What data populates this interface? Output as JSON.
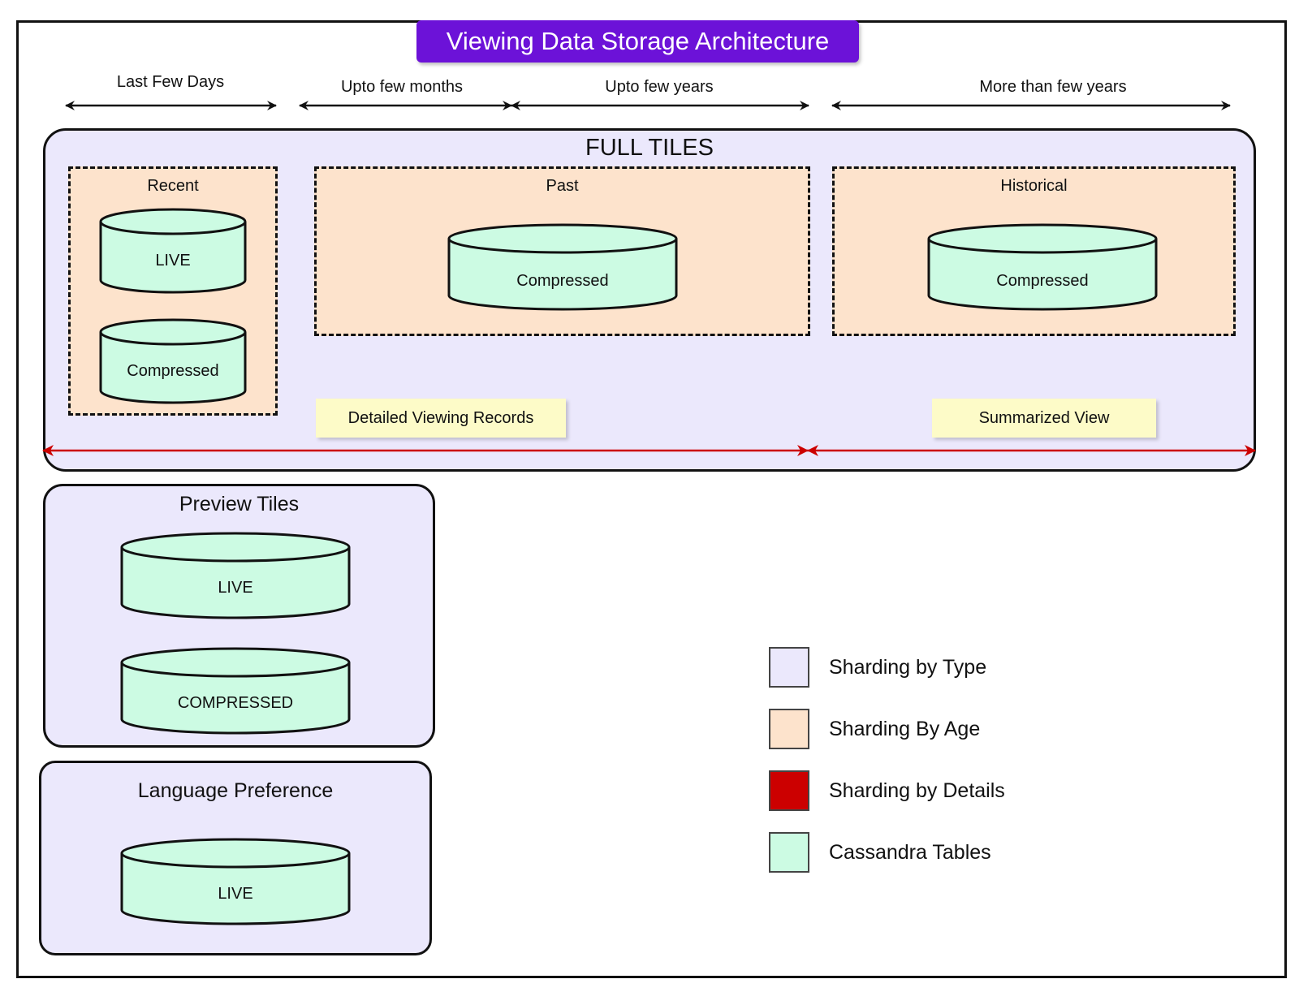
{
  "title": "Viewing Data Storage Architecture",
  "time_spans": {
    "last_few_days": "Last Few Days",
    "upto_few_months": "Upto few months",
    "upto_few_years": "Upto few years",
    "more_than_few_years": "More than few years"
  },
  "full_tiles": {
    "title": "FULL TILES",
    "recent": {
      "title": "Recent",
      "tables": [
        "LIVE",
        "Compressed"
      ]
    },
    "past": {
      "title": "Past",
      "tables": [
        "Compressed"
      ]
    },
    "historical": {
      "title": "Historical",
      "tables": [
        "Compressed"
      ]
    },
    "detail_labels": {
      "detailed": "Detailed Viewing Records",
      "summarized": "Summarized View"
    }
  },
  "preview_tiles": {
    "title": "Preview Tiles",
    "tables": [
      "LIVE",
      "COMPRESSED"
    ]
  },
  "language_preference": {
    "title": "Language Preference",
    "tables": [
      "LIVE"
    ]
  },
  "legend": [
    {
      "label": "Sharding by Type",
      "color": "#ebe8fc"
    },
    {
      "label": "Sharding By Age",
      "color": "#fde3cc"
    },
    {
      "label": "Sharding by Details",
      "color": "#cc0000"
    },
    {
      "label": "Cassandra Tables",
      "color": "#ccfbe3"
    }
  ],
  "colors": {
    "title_bg": "#6c12d8",
    "type_fill": "#ebe8fc",
    "age_fill": "#fde3cc",
    "details_arrow": "#cc0000",
    "table_fill": "#ccfbe3",
    "note_fill": "#fdfbc8"
  }
}
